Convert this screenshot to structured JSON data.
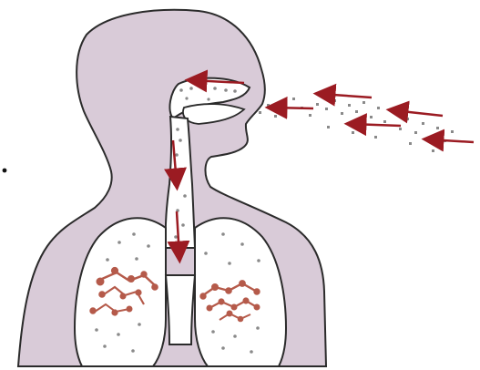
{
  "diagram": {
    "subject": "inhalation-of-airborne-particles",
    "colors": {
      "body": "#d9cbd8",
      "body_outline": "#2b2b2b",
      "airway": "#ffffff",
      "lung": "#ffffff",
      "particle": "#8a8a8a",
      "arrow": "#9b1b22",
      "deposit": "#b55a4a"
    },
    "arrows": {
      "count": 8,
      "meaning": "particle-flow-direction"
    }
  }
}
